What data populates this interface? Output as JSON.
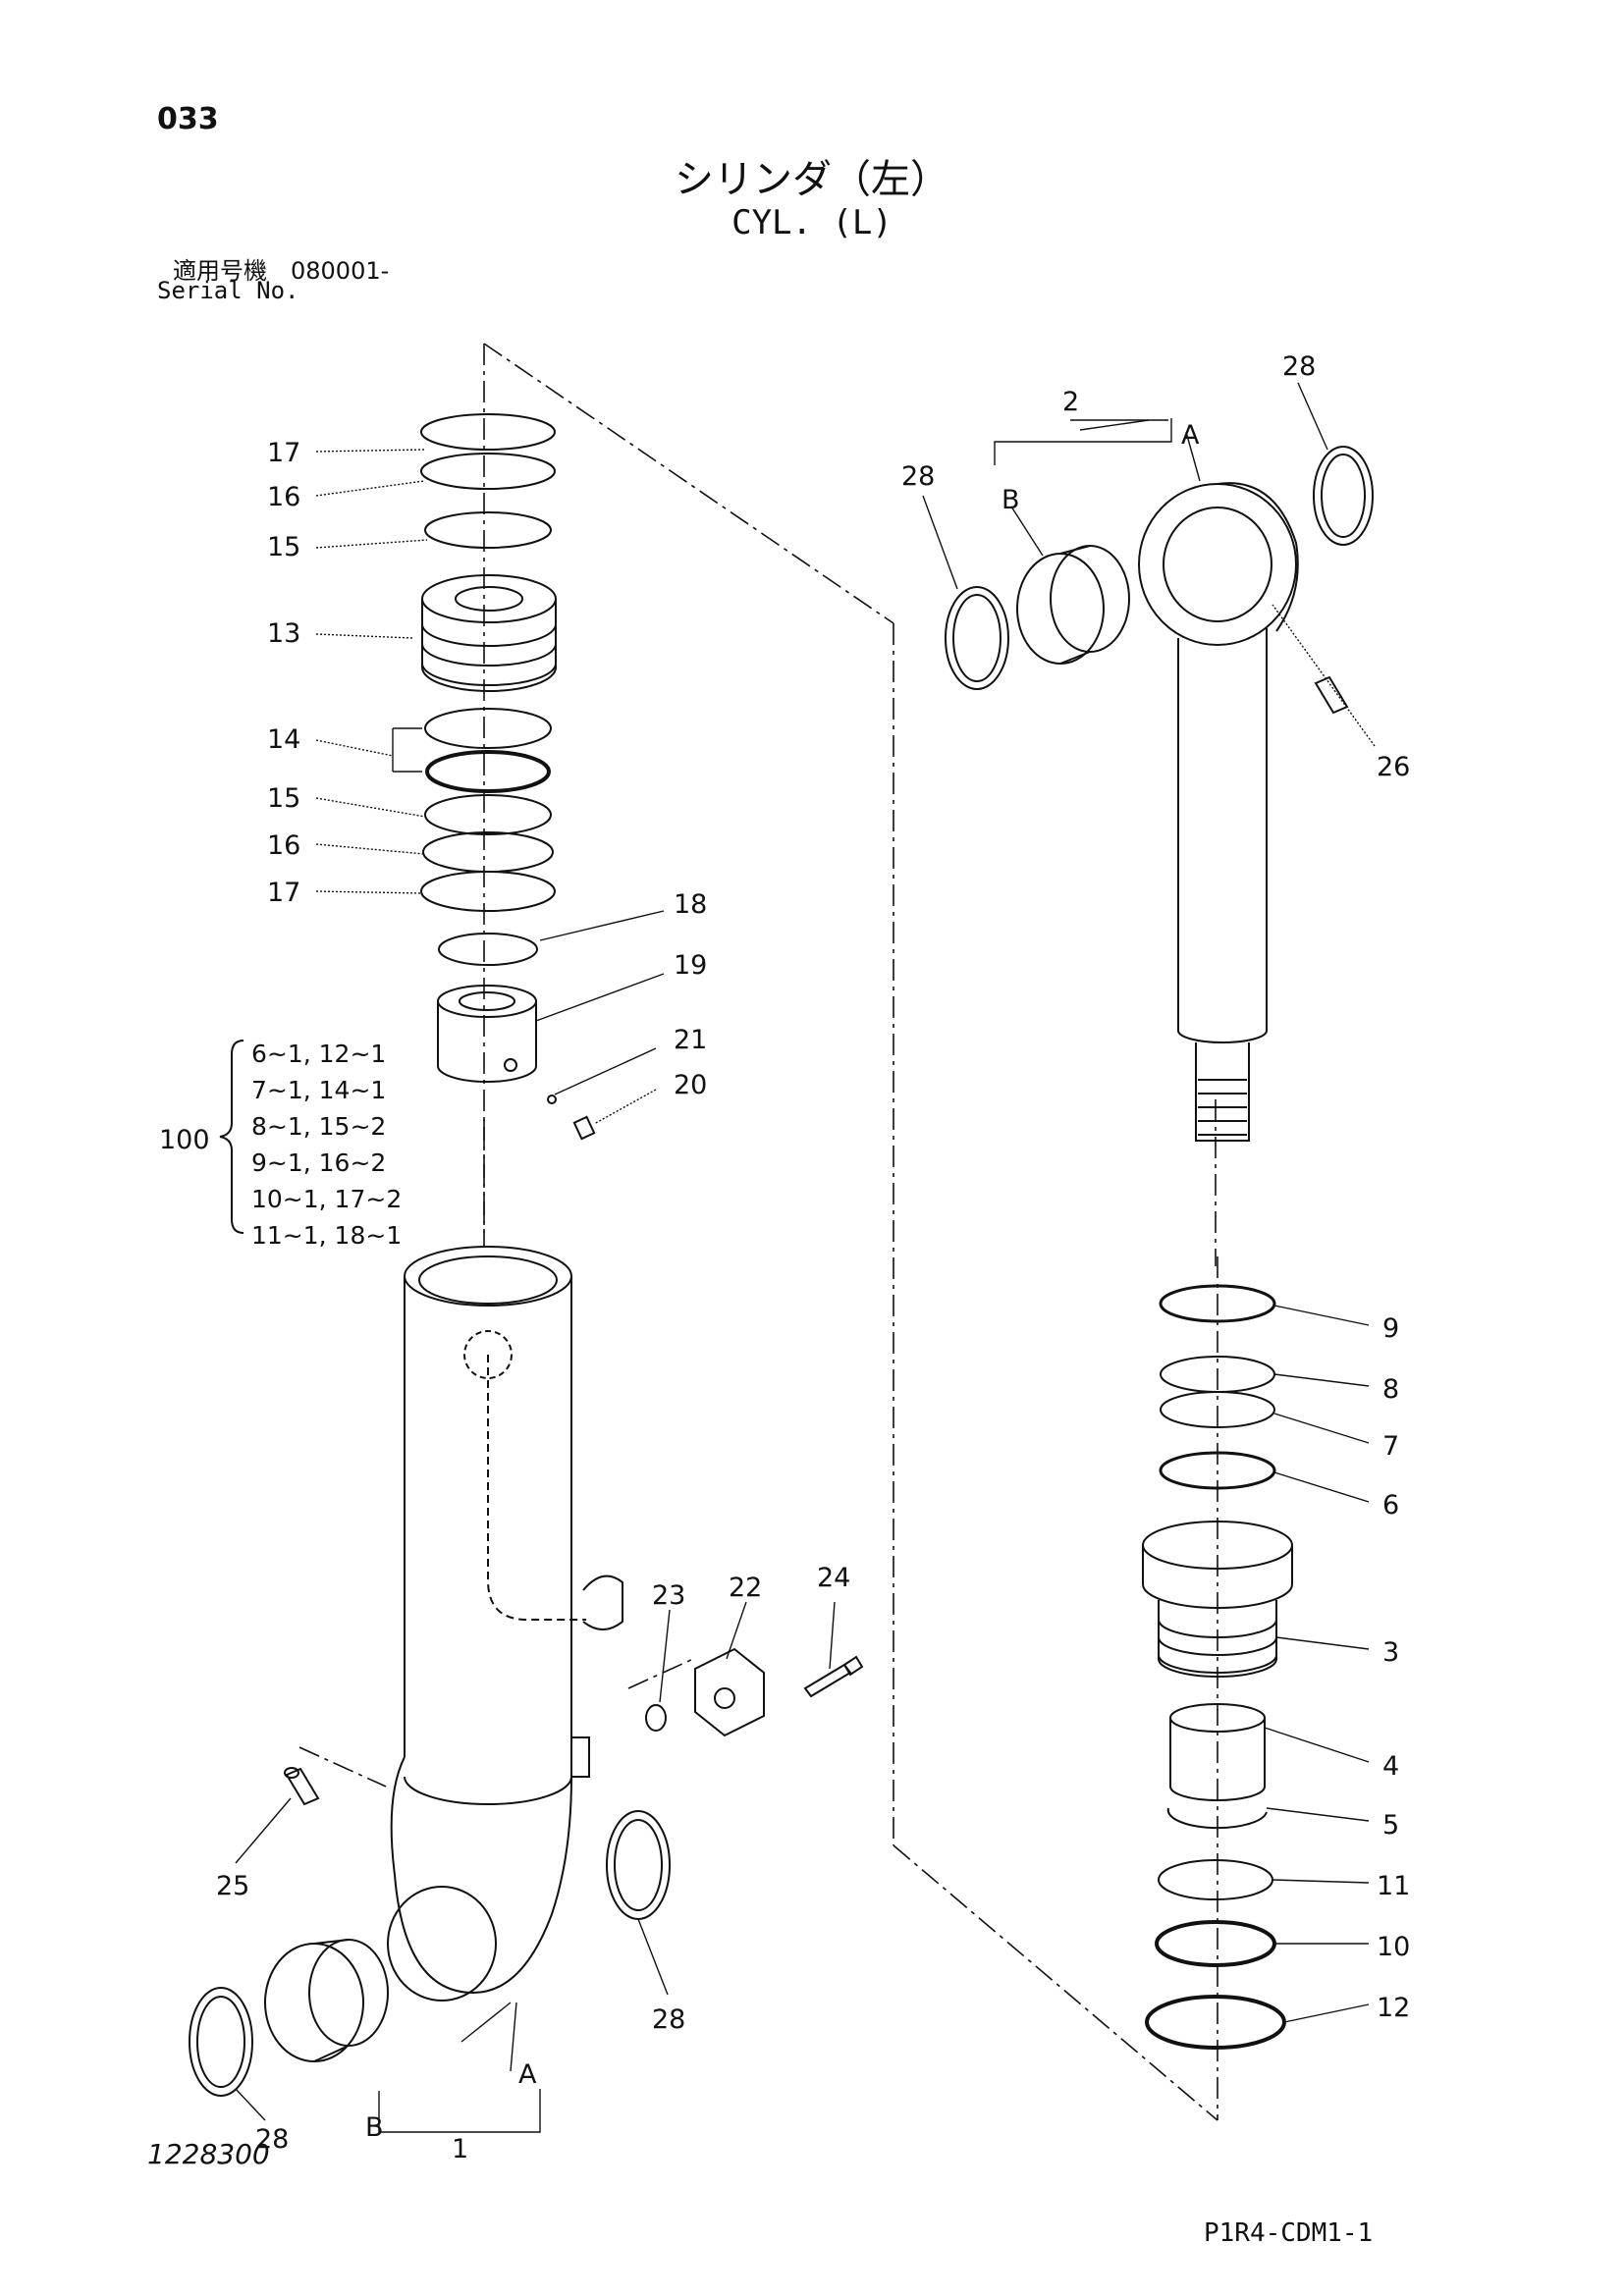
{
  "header": {
    "page_number": "033",
    "title_jp": "シリンダ（左）",
    "title_en": "CYL. (L)",
    "serial_jp": "適用号機　080001-",
    "serial_en": "Serial No."
  },
  "footer": {
    "drawing_number": "1228300",
    "page_code": "P1R4-CDM1-1"
  },
  "kit": {
    "label": "100",
    "items": [
      "6~1, 12~1",
      "7~1, 14~1",
      "8~1, 15~2",
      "9~1, 16~2",
      "10~1, 17~2",
      "11~1, 18~1"
    ]
  },
  "callouts": {
    "c17a": "17",
    "c16a": "16",
    "c15a": "15",
    "c13": "13",
    "c14": "14",
    "c15b": "15",
    "c16b": "16",
    "c17b": "17",
    "c18": "18",
    "c19": "19",
    "c21": "21",
    "c20": "20",
    "c2": "2",
    "cA_top": "A",
    "cB_top": "B",
    "c28_tl": "28",
    "c28_tr": "28",
    "c26": "26",
    "c9": "9",
    "c8": "8",
    "c7": "7",
    "c6": "6",
    "c3": "3",
    "c4": "4",
    "c5": "5",
    "c11": "11",
    "c10": "10",
    "c12": "12",
    "c23": "23",
    "c22": "22",
    "c24": "24",
    "c25": "25",
    "c28_br": "28",
    "c28_bl": "28",
    "cA_bot": "A",
    "cB_bot": "B",
    "c1": "1"
  }
}
